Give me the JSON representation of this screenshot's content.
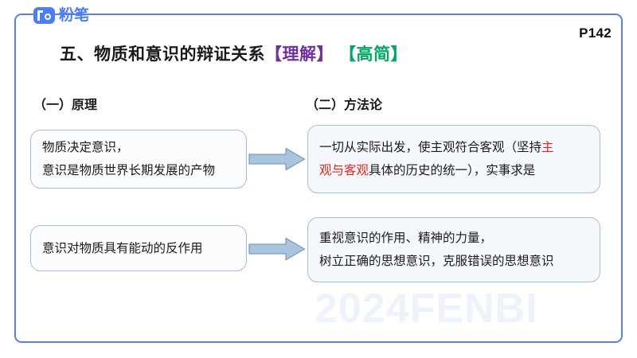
{
  "brand": {
    "mark_icon": "fenbi-logo-icon",
    "name": "粉笔"
  },
  "page_number": "P142",
  "title": {
    "main": "五、物质和意识的辩证关系",
    "tag_understand": "【理解】",
    "tag_brief": "【高简】"
  },
  "columns": {
    "left_heading": "（一）原理",
    "right_heading": "（二）方法论"
  },
  "rows": [
    {
      "left": {
        "lines": [
          "物质决定意识，",
          "意识是物质世界长期发展的产物"
        ]
      },
      "arrow_icon": "right-block-arrow-icon",
      "right": {
        "line1_a": "一切从实际出发，使主观符合客观（坚持",
        "line1_red": "主",
        "line2_red": "观与客观",
        "line2_b": "具体的历史的统一），实事求是"
      }
    },
    {
      "left": {
        "lines": [
          "意识对物质具有能动的反作用"
        ]
      },
      "arrow_icon": "right-block-arrow-icon",
      "right": {
        "line1_a": "重视意识的作用、精神的力量，",
        "line1_red": "",
        "line2_red": "",
        "line2_b": "树立正确的思想意识，克服错误的思想意识"
      }
    }
  ],
  "watermark": "2024FENBI",
  "colors": {
    "frame_blue": "#5b7fe0",
    "brand_blue": "#4d7df5",
    "tag_purple": "#7030a0",
    "tag_green": "#00a862",
    "highlight_red": "#e8231a",
    "arrow_fill": "#a9c4de",
    "arrow_stroke": "#7f9fc0",
    "box_border": "#a8bdd8",
    "watermark": "#eef2fb"
  }
}
